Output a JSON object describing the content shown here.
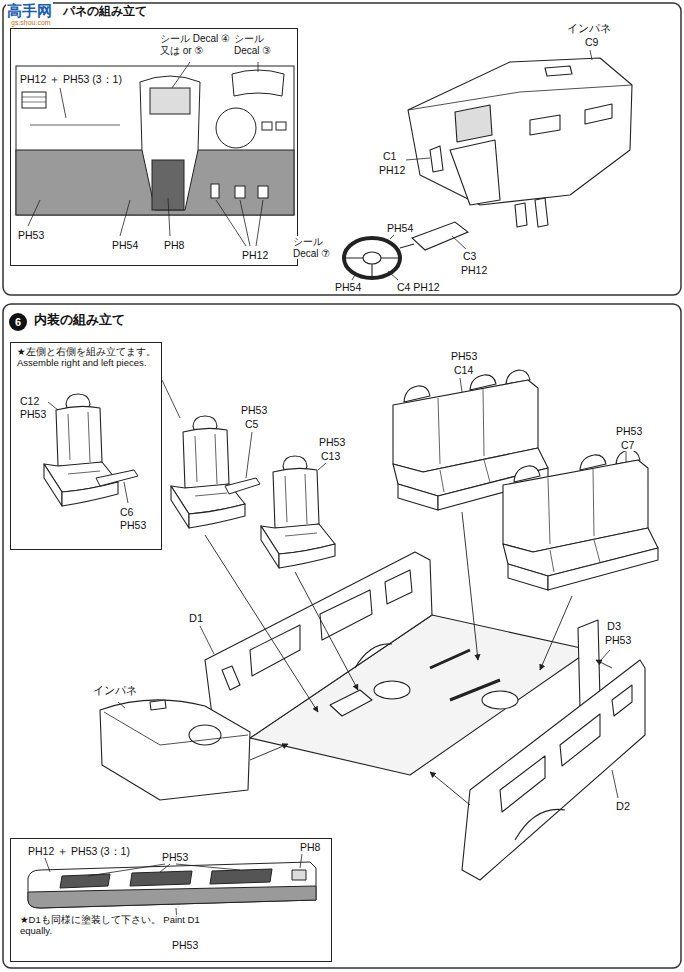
{
  "diagram": {
    "nodes": [
      {
        "text": [
          "シール Decal ④ 又は or ⑤",
          "シール Decal ③",
          "PH12 ＋ PH53 (3：1)",
          "PH53",
          "PH54",
          "PH8",
          "PH12"
        ]
      },
      {
        "text": [
          "6"
        ]
      },
      {
        "text": [
          "★左側と右側を組み立てます。 Assemble right and left pieces.",
          "C12",
          "PH53",
          "C6",
          "PH53"
        ]
      },
      {
        "text": [
          "PH12 ＋ PH53 (3：1)",
          "PH53",
          "PH8",
          "★D1も同様に塗装して下さい。 Paint D1 equally.",
          "PH53"
        ]
      }
    ],
    "labels": [
      "高手网",
      "gs.shou.com",
      "パネの組み立て",
      "インパネ",
      "C9",
      "C1",
      "PH12",
      "PH54",
      "シール Decal ⑦",
      "C3",
      "PH12",
      "PH54",
      "C4 PH12",
      "内装の組み立て",
      "PH53",
      "C14",
      "PH53",
      "C7",
      "PH53",
      "C5",
      "PH53",
      "C13",
      "D1",
      "D3",
      "PH53",
      "インパネ",
      "D2"
    ]
  }
}
